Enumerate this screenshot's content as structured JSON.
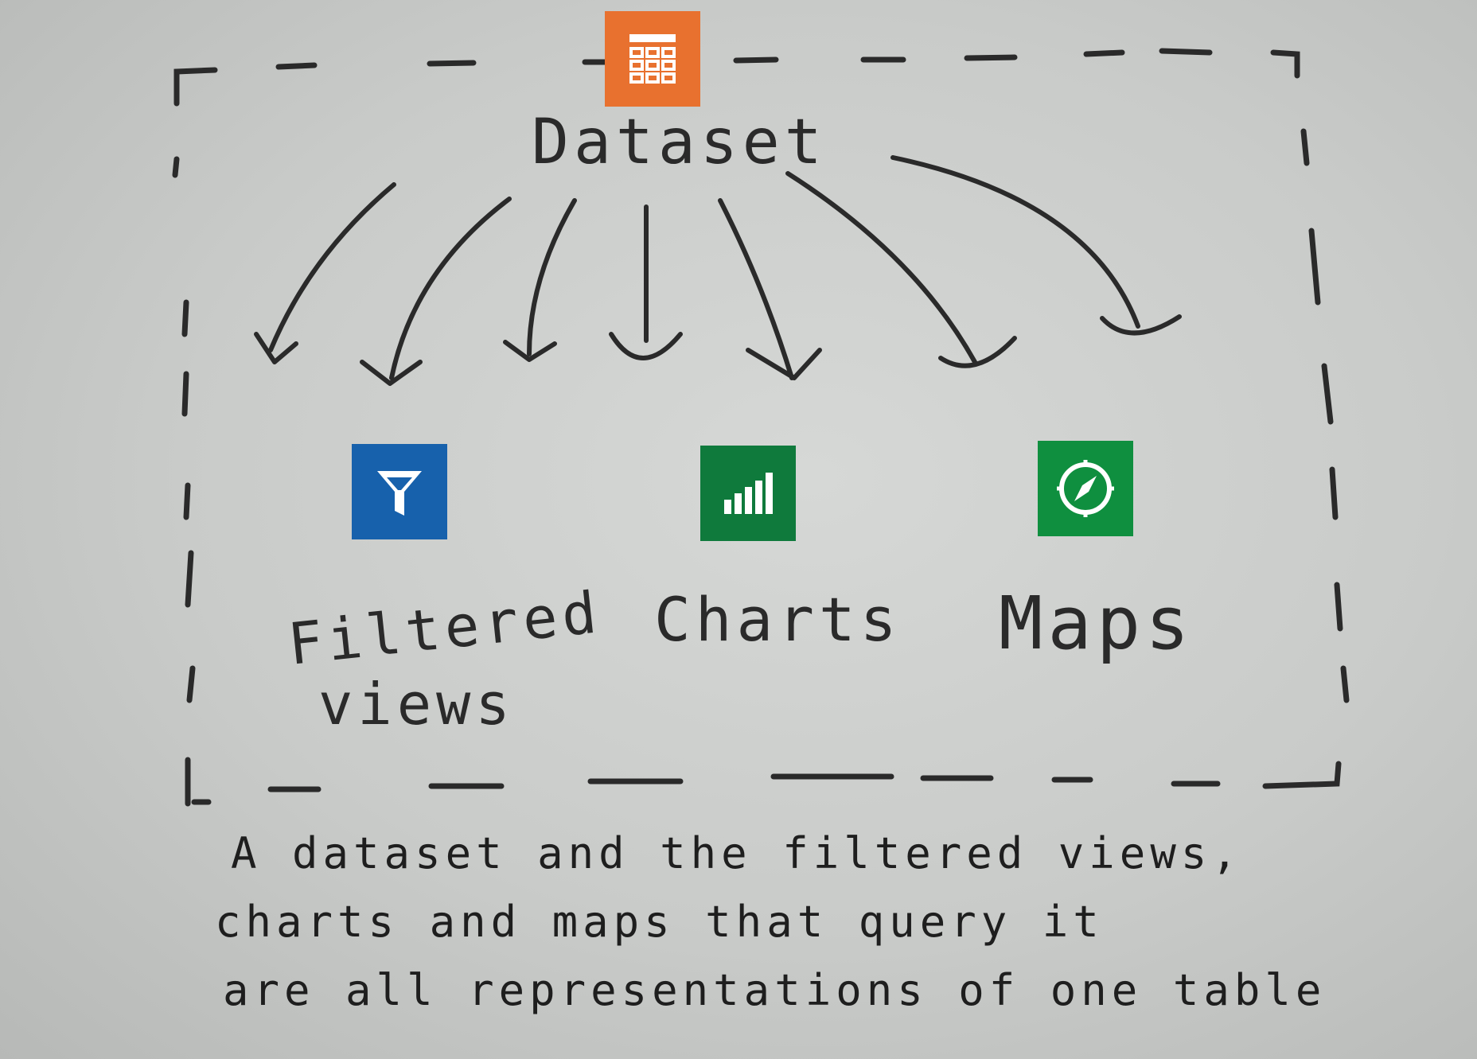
{
  "nodes": {
    "dataset": {
      "label": "Dataset",
      "color": "#e8712f",
      "icon": "table-icon"
    },
    "filtered_views": {
      "label_line1": "Filtered",
      "label_line2": "views",
      "color": "#1761ac",
      "icon": "filter-icon"
    },
    "charts": {
      "label": "Charts",
      "color": "#0f7a3c",
      "icon": "bar-chart-icon"
    },
    "maps": {
      "label": "Maps",
      "color": "#0f8f3f",
      "icon": "compass-icon"
    }
  },
  "caption": {
    "line1": "A dataset and the filtered views,",
    "line2": "charts and maps that query it",
    "line3": "are all representations of one table"
  }
}
